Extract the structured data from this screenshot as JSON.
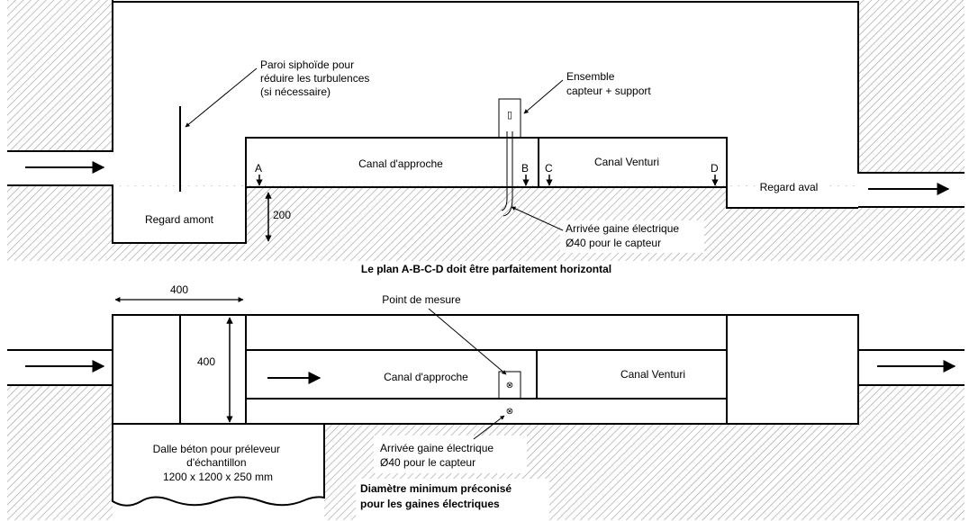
{
  "top_view": {
    "baffle_note": [
      "Paroi siphoïde pour",
      "réduire les turbulences",
      "(si nécessaire)"
    ],
    "sensor_note": [
      "Ensemble",
      "capteur + support"
    ],
    "approach_channel": "Canal d'approche",
    "venturi_channel": "Canal Venturi",
    "point_a": "A",
    "point_b": "B",
    "point_c": "C",
    "point_d": "D",
    "dimension_200": "200",
    "upstream_chamber": "Regard amont",
    "downstream_chamber": "Regard aval",
    "conduit_note": [
      "Arrivée gaine électrique",
      "Ø40 pour le capteur"
    ],
    "horizontal_note": "Le plan A-B-C-D doit être parfaitement horizontal"
  },
  "plan_view": {
    "dimension_width": "400",
    "dimension_height": "400",
    "measure_point": "Point de mesure",
    "approach_channel": "Canal d'approche",
    "venturi_channel": "Canal Venturi",
    "slab_note": [
      "Dalle béton pour préleveur",
      "d'échantillon",
      "1200 x 1200 x 250 mm"
    ],
    "conduit_note": [
      "Arrivée gaine électrique",
      "Ø40 pour le capteur"
    ],
    "diameter_note": [
      "Diamètre minimum préconisé",
      "pour les  gaines électriques"
    ]
  }
}
